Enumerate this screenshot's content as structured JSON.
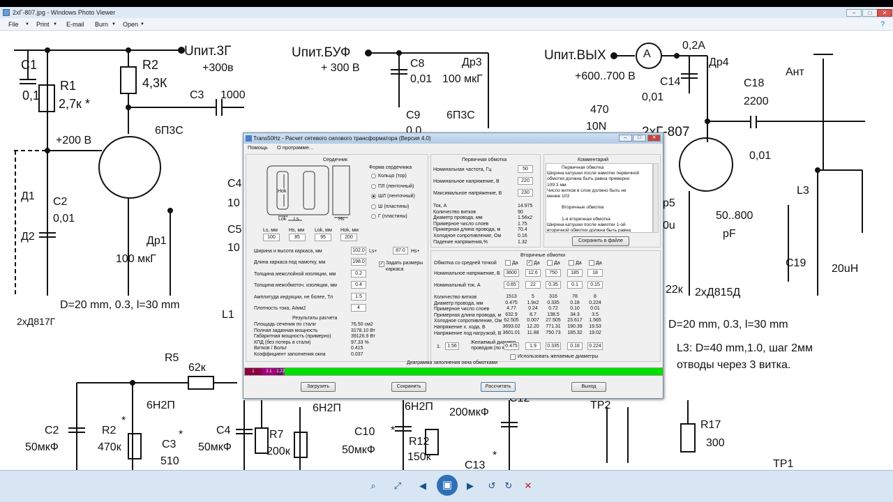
{
  "window": {
    "title": "2xГ-807.jpg - Windows Photo Viewer",
    "min": "–",
    "max": "□",
    "close": "✕"
  },
  "menu": [
    "File",
    "Print",
    "E-mail",
    "Burn",
    "Open"
  ],
  "schematic": {
    "labels": [
      "C1",
      "0,1",
      "R1",
      "2,7к *",
      "R2",
      "4,3К",
      "Uпит.3Г",
      "+300в",
      "C3",
      "1000",
      "Uпит.БУФ",
      "+ 300 В",
      "C8",
      "0,01",
      "Др3",
      "100 мкГ",
      "C9",
      "0,0",
      "6П3С",
      "Uпит.ВЫХ",
      "A",
      "0,2A",
      "Др4",
      "+600..700 В",
      "C14",
      "0,01",
      "470",
      "10N",
      "C18",
      "2200",
      "Ант",
      "2хГ-807",
      "0,01",
      "L3",
      "+200 В",
      "6П3С",
      "C4",
      "10",
      "C5",
      "10",
      "C2",
      "0,01",
      "Д1",
      "Д2",
      "Др1",
      "100 мкГ",
      "D=20 mm, 0.3,  l=30 mm",
      "2хД817Г",
      "L1",
      "p5",
      "0u",
      "50..800",
      "pF",
      "C19",
      "20uH",
      "22к",
      "2хД815Д",
      "D=20 mm, 0.3,  l=30 mm",
      "L3: D=40 mm,1.0, шаг 2мм",
      "отводы через 3 витка.",
      "R5",
      "62к",
      "6Н2П",
      "C2",
      "50мкФ",
      "R2",
      "470к",
      "C3",
      "510",
      "C4",
      "50мкФ",
      "R7",
      "200к",
      "6Н2П",
      "6Н2П",
      "C10",
      "50мкФ",
      "R12",
      "150к",
      "200мкФ",
      "C12",
      "C13",
      "ТР2",
      "R17",
      "300",
      "ТР1",
      "*",
      "*",
      "*",
      "*"
    ]
  },
  "dialog": {
    "title": "Trans50Hz - Расчет сетевого силового трансформатора (Версия 4.0)",
    "menu": [
      "Помощь",
      "О программе..."
    ],
    "core": {
      "heading": "Сердечник",
      "drawing_labels": {
        "hok": "Hok",
        "lok": "Lok",
        "ls": "Ls",
        "hs": "Hs"
      },
      "shape_heading": "Форма сердечника",
      "shapes": [
        {
          "label": "Кольцо  (тор)",
          "selected": false
        },
        {
          "label": "ПЛ  (ленточный)",
          "selected": false
        },
        {
          "label": "ШЛ  (ленточный)",
          "selected": true
        },
        {
          "label": "Ш  (пластины)",
          "selected": false
        },
        {
          "label": "Г  (пластины)",
          "selected": false
        }
      ],
      "dims": [
        {
          "label": "Ls, мм",
          "value": "100"
        },
        {
          "label": "Hs, мм",
          "value": "85"
        },
        {
          "label": "Lok, мм",
          "value": "95"
        },
        {
          "label": "Hok, мм",
          "value": "200"
        }
      ],
      "frame_label": "Ширина и высота каркаса, мм",
      "frame_w": "102.0",
      "frame_w_suffix": "Ls+",
      "frame_h": "87.0",
      "frame_h_suffix": "Hs+",
      "params": [
        {
          "label": "Длина каркаса под намотку, мм",
          "value": "198.0"
        },
        {
          "label": "Толщина межслойной изоляции, мм",
          "value": "0.2"
        },
        {
          "label": "Толщина межобмоточ. изоляции, мм",
          "value": "0.4"
        },
        {
          "label": "Амплитуда индукции, не более, Тл",
          "value": "1.5"
        },
        {
          "label": "Плотность тока, А/мм2",
          "value": "4"
        }
      ],
      "set_frame_label": "Задать размеры каркаса",
      "set_frame_checked": true,
      "results_heading": "Результаты расчета",
      "results": [
        {
          "label": "Площадь сечения по стали",
          "value": "76.50 см2"
        },
        {
          "label": "Полная заданная мощность",
          "value": "3178.10 Вт"
        },
        {
          "label": "Габаритная мощность (примерно)",
          "value": "39126.9 Вт"
        },
        {
          "label": "КПД (без потерь в стали)",
          "value": "97.33 %"
        },
        {
          "label": "Витков / Вольт",
          "value": "0.415"
        },
        {
          "label": "Коэффициент заполнения окна",
          "value": "0.037"
        }
      ]
    },
    "primary": {
      "heading": "Первичная обмотка",
      "inputs": [
        {
          "label": "Номинальная частота, Гц",
          "value": "50"
        },
        {
          "label": "Номинальное напряжение, В",
          "value": "220"
        },
        {
          "label": "Максимальное напряжение, В",
          "value": "230"
        }
      ],
      "rows": [
        {
          "label": "Ток, А",
          "value": "14.975"
        },
        {
          "label": "Количество витков",
          "value": "90"
        },
        {
          "label": "Диаметр провода, мм",
          "value": "1.56x2"
        },
        {
          "label": "Примерное число слоев",
          "value": "1.75"
        },
        {
          "label": "Примерная длина провода, м",
          "value": "70.4"
        },
        {
          "label": "Холодное сопротивление, Ом",
          "value": "0.16"
        },
        {
          "label": "Падение напряжения,%",
          "value": "1.32"
        }
      ]
    },
    "comment": {
      "heading": "Комментарий",
      "lines": [
        "Первичная обмотка",
        "Ширина катушки после намотки первичной",
        "обмотки должна быть равна примерно",
        "109.3 мм.",
        "Число витков в слое должно быть не",
        "менее 103",
        "",
        "Вторичные обмотки",
        "",
        "1-я вторичная обмотка",
        "Ширина катушки после намотки 1-ой",
        "вторичной обмотки должна быть равна"
      ],
      "save_button": "Сохранить в файле"
    },
    "secondary": {
      "heading": "Вторичные обмотки",
      "center_tap_label": "Обмотка со средней точкой",
      "yes": "Да",
      "center_tap": [
        false,
        true,
        false,
        false,
        false
      ],
      "voltage_label": "Номинальное напряжение, В",
      "voltages": [
        "3600",
        "12.6",
        "750",
        "185",
        "18"
      ],
      "current_label": "Номинальный ток, А",
      "currents": [
        "0.65",
        "22",
        "0.35",
        "0.1",
        "0.15"
      ],
      "row_labels": [
        "Количество витков",
        "Диаметр провода, мм",
        "Примерное число слоев",
        "Примерная длина провода, м",
        "Холодное сопротивление, Ом",
        "Напряжение х. хода, В",
        "Напряжение под нагрузкой, В"
      ],
      "columns": [
        [
          "1513",
          "0.475",
          "4.77",
          "632.9",
          "62.505",
          "3693.02",
          "3601.01"
        ],
        [
          "5",
          "1.9x2",
          "0.24",
          "8.7",
          "0.007",
          "12.20",
          "11.88"
        ],
        [
          "316",
          "0.335",
          "0.72",
          "138.5",
          "27.505",
          "771.31",
          "750.73"
        ],
        [
          "78",
          "0.18",
          "0.10",
          "34.3",
          "23.617",
          "190.39",
          "185.32"
        ],
        [
          "8",
          "0.224",
          "0.01",
          "3.5",
          "1.565",
          "19.53",
          "19.02"
        ]
      ],
      "desired_prefix": "1.",
      "desired_primary": "1.56",
      "desired_label": "Желаемый диаметр проводов (по меди)",
      "desired": [
        "0.475",
        "1.9",
        "0.335",
        "0.18",
        "0.224"
      ],
      "use_desired_label": "Использовать желаемые диаметры",
      "use_desired_checked": false
    },
    "fill_chart": {
      "heading": "Диаграмма заполнения окна обмотками",
      "segments": [
        {
          "label": "1",
          "fraction": 0.04,
          "color": "#8b0040"
        },
        {
          "label": "2.1",
          "fraction": 0.035,
          "color": "#a0007a"
        },
        {
          "label": "2.2",
          "fraction": 0.015,
          "color": "#6a1060"
        },
        {
          "label": "2.3",
          "fraction": 0.005,
          "color": "#8e2a8e"
        },
        {
          "label": "",
          "fraction": 0.905,
          "color": "#00e000"
        }
      ]
    },
    "buttons": [
      "Загрузить",
      "Сохранить",
      "Рассчитать",
      "Выход"
    ]
  },
  "viewer_controls": {
    "zoom": "⌕",
    "fit": "⤢",
    "prev": "◀",
    "slideshow": "▣",
    "next": "▶",
    "rotate_ccw": "↺",
    "rotate_cw": "↻",
    "delete": "✕"
  }
}
